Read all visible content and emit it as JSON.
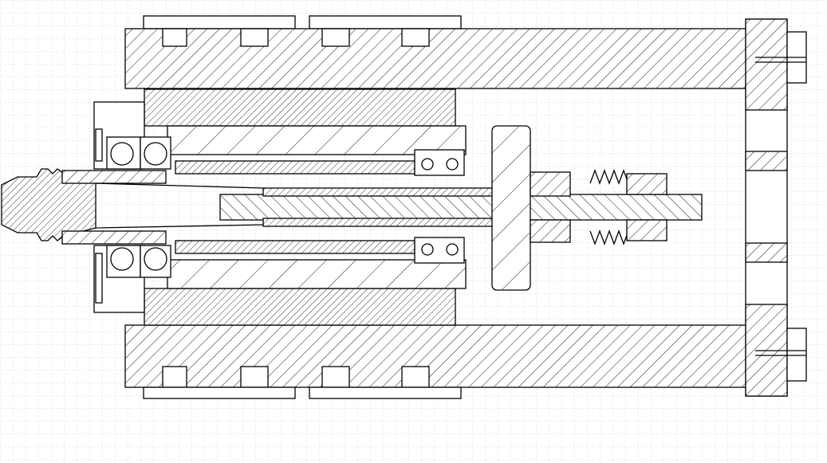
{
  "drawing": {
    "view": "spindle-assembly-cross-section",
    "background_color": "#ffffff",
    "grid_color": "#c8c8c8",
    "line_color": "#000000",
    "grid": true,
    "components": [
      "upper-housing-rail",
      "lower-housing-rail",
      "rear-end-plate",
      "upper-motor-stator",
      "lower-motor-stator",
      "rotor-sleeve",
      "main-spindle-shaft",
      "collet-nose",
      "front-angular-bearings",
      "rear-bearings",
      "drive-gear",
      "disc-spring-stack",
      "clamp-blocks"
    ]
  }
}
